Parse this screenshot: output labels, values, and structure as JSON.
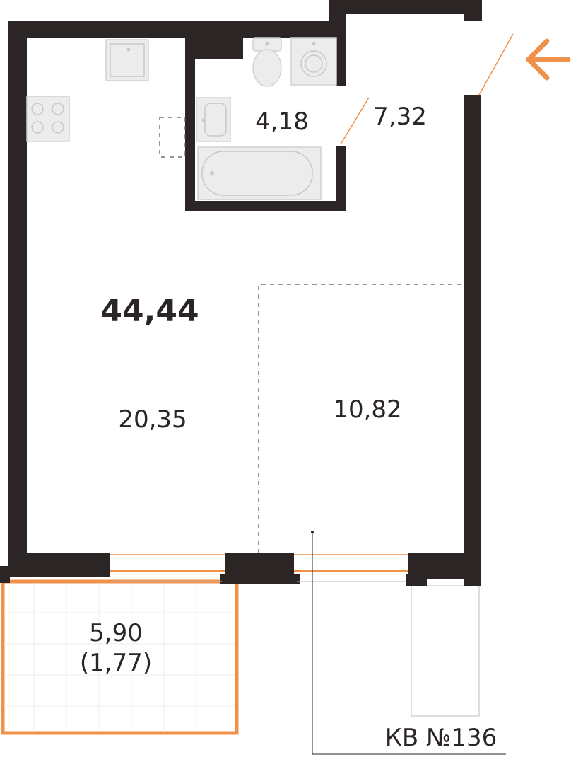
{
  "plan": {
    "total_area": "44,44",
    "apartment_label": "КВ №136",
    "rooms": {
      "bathroom": "4,18",
      "hallway": "7,32",
      "kitchen_living": "20,35",
      "sleeping_area": "10,82",
      "balcony_area": "5,90",
      "balcony_reduced": "(1,77)"
    }
  },
  "colors": {
    "wall": "#2b2526",
    "accent": "#f0914a"
  }
}
